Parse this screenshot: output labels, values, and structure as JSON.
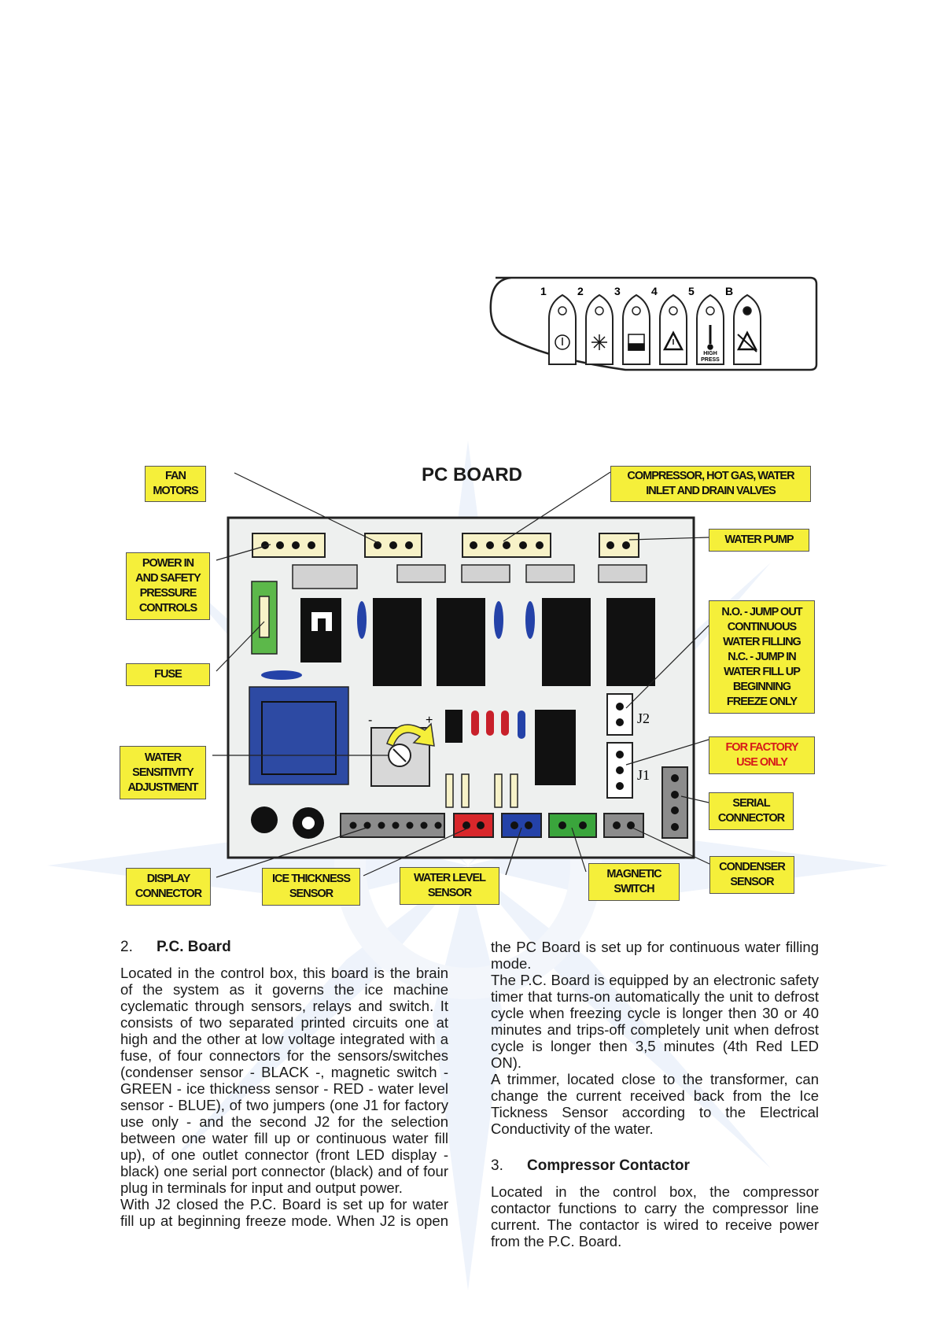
{
  "led_panel": {
    "numbers": [
      "1",
      "2",
      "3",
      "4",
      "5",
      "B"
    ],
    "icons": [
      "power-icon",
      "snowflake-icon",
      "water-level-icon",
      "warning-icon",
      "high-pressure-icon",
      "alarm-off-icon"
    ],
    "high_press_text": [
      "HIGH",
      "PRESS"
    ]
  },
  "diagram": {
    "title": "PC BOARD",
    "labels": {
      "fan_motors": "FAN MOTORS",
      "compressor": "COMPRESSOR,  HOT GAS, WATER INLET AND DRAIN VALVES",
      "water_pump": "WATER PUMP",
      "power_in": "POWER IN AND SAFETY PRESSURE CONTROLS",
      "fuse": "FUSE",
      "jumper_j2": "N.O. - JUMP OUT CONTINUOUS WATER FILLING N.C. - JUMP IN WATER FILL UP BEGINNING FREEZE ONLY",
      "factory": "FOR FACTORY USE ONLY",
      "water_sensitivity": "WATER SENSITIVITY ADJUSTMENT",
      "serial": "SERIAL CONNECTOR",
      "condenser": "CONDENSER SENSOR",
      "display": "DISPLAY CONNECTOR",
      "ice_thickness": "ICE THICKNESS SENSOR",
      "water_level": "WATER LEVEL SENSOR",
      "magnetic": "MAGNETIC SWITCH"
    },
    "jumpers": {
      "j2": "J2",
      "j1": "J1"
    },
    "trimmer_signs": {
      "minus": "-",
      "plus": "+"
    },
    "colors": {
      "label_bg": "#f5ef3a",
      "board_bg": "#eef0ef",
      "transformer": "#2d4aa3",
      "fuse_green": "#5cb84a",
      "sensor_red": "#d8272b",
      "sensor_blue": "#2442a8",
      "sensor_green": "#3aa53c",
      "connector_gray": "#8c8c8c",
      "led_red": "#c8202a"
    }
  },
  "sections": {
    "pc_board": {
      "number": "2.",
      "title": "P.C. Board",
      "paragraphs": [
        "Located in the control box, this board is the brain of the system as it governs the ice machine cyclematic through sensors, relays and switch. It consists of two separated printed circuits one at high and the other at low voltage integrated with a fuse, of four connectors for the sensors/switches (condenser sensor - BLACK -,  magnetic switch - GREEN - ice thickness sensor - RED - water level sensor - BLUE), of two jumpers (one J1 for factory use only - and the second J2 for the selection between one water fill up or continuous water fill up), of one outlet connector (front LED display - black) one serial port connector (black) and of four plug in terminals for input and output power.",
        "With J2 closed the P.C. Board is set up for water fill up at beginning freeze mode. When J2 is open the PC Board is set up for continuous water filling mode.",
        "The P.C. Board is equipped by an electronic safety timer that turns-on automatically the unit to defrost cycle when freezing cycle is longer then 30 or 40 minutes and trips-off completely unit when defrost cycle is longer then 3,5 minutes (4th Red LED ON).",
        "A trimmer, located close to the transformer, can change the current received back from the Ice Tickness Sensor according to the Electrical Conductivity of the water."
      ]
    },
    "compressor_contactor": {
      "number": "3.",
      "title": "Compressor Contactor",
      "paragraphs": [
        "Located in the control box, the compressor contactor functions to carry the compressor line current. The contactor is wired to receive power from the P.C. Board."
      ]
    }
  }
}
